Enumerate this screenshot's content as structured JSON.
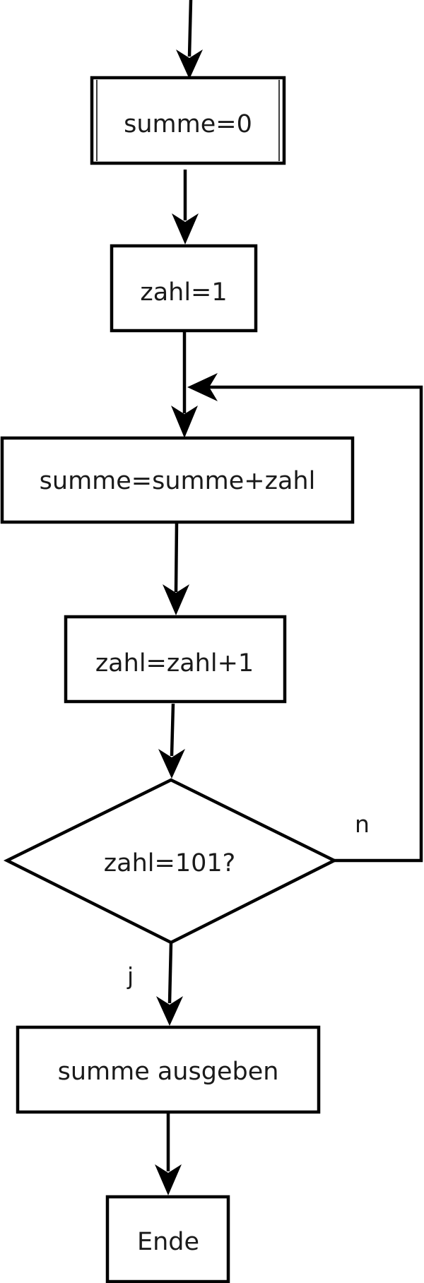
{
  "nodes": {
    "init_sum": "summe=0",
    "init_zahl": "zahl=1",
    "add": "summe=summe+zahl",
    "increment": "zahl=zahl+1",
    "decision": "zahl=101?",
    "output": "summe ausgeben",
    "end": "Ende"
  },
  "branches": {
    "no": "n",
    "yes": "j"
  }
}
